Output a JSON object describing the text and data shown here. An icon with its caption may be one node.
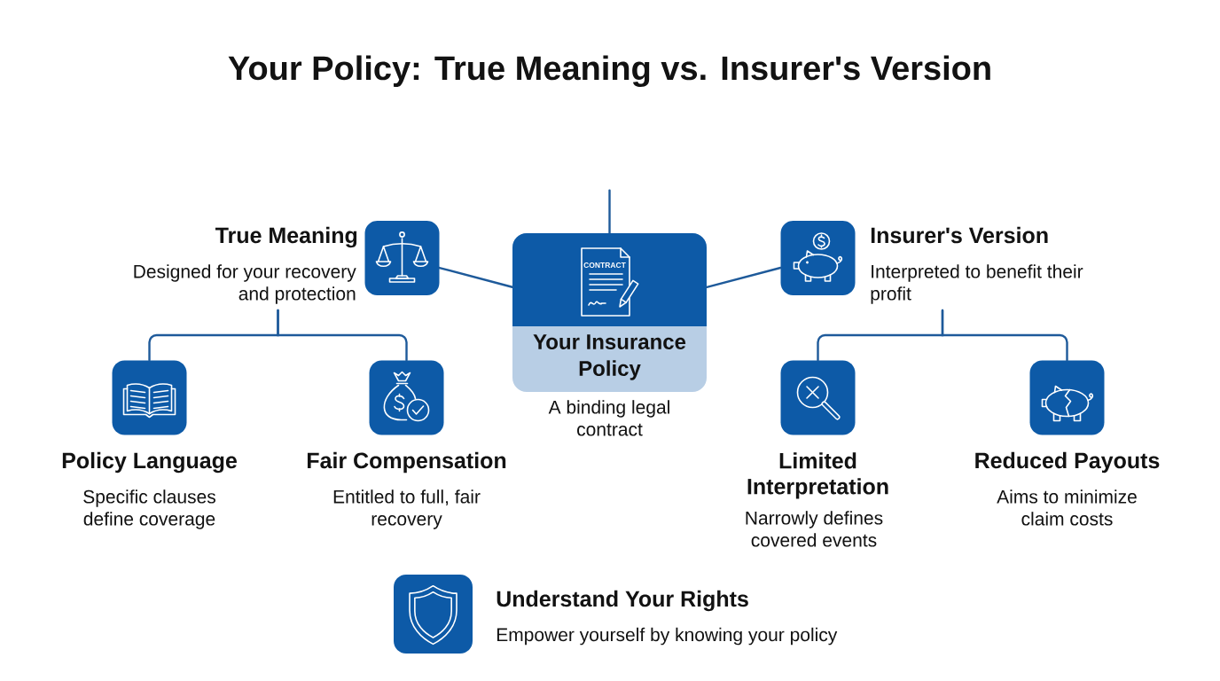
{
  "diagram": {
    "title": "Your Policy: True Meaning vs. Insurer's Version",
    "nodes": [
      {
        "text": [
          "True Meaning",
          "Designed for your recovery and protection"
        ]
      },
      {
        "text": [
          "CONTRACT",
          "Your Insurance Policy"
        ],
        "beside": [
          "A binding legal contract"
        ]
      },
      {
        "text": [
          "Insurer's Version",
          "Interpreted to benefit their profit"
        ]
      },
      {
        "text": [
          "Policy Language",
          "Specific clauses define coverage"
        ]
      },
      {
        "text": [
          "Fair Compensation",
          "Entitled to full, fair recovery"
        ]
      },
      {
        "text": [
          "Limited Interpretation",
          "Narrowly defines covered events"
        ]
      },
      {
        "text": [
          "Reduced Payouts",
          "Aims to minimize claim costs"
        ]
      },
      {
        "text": [
          "Understand Your Rights",
          "Empower yourself by knowing your policy"
        ]
      }
    ],
    "edges": [
      {
        "from": 1,
        "to": null,
        "arrow": "none"
      },
      {
        "from": 1,
        "to": 0,
        "arrow": "none"
      },
      {
        "from": 1,
        "to": 2,
        "arrow": "none"
      },
      {
        "from": 0,
        "to": 3,
        "arrow": "none"
      },
      {
        "from": 0,
        "to": 4,
        "arrow": "none"
      },
      {
        "from": 2,
        "to": 5,
        "arrow": "none"
      },
      {
        "from": 2,
        "to": 6,
        "arrow": "none"
      }
    ]
  }
}
